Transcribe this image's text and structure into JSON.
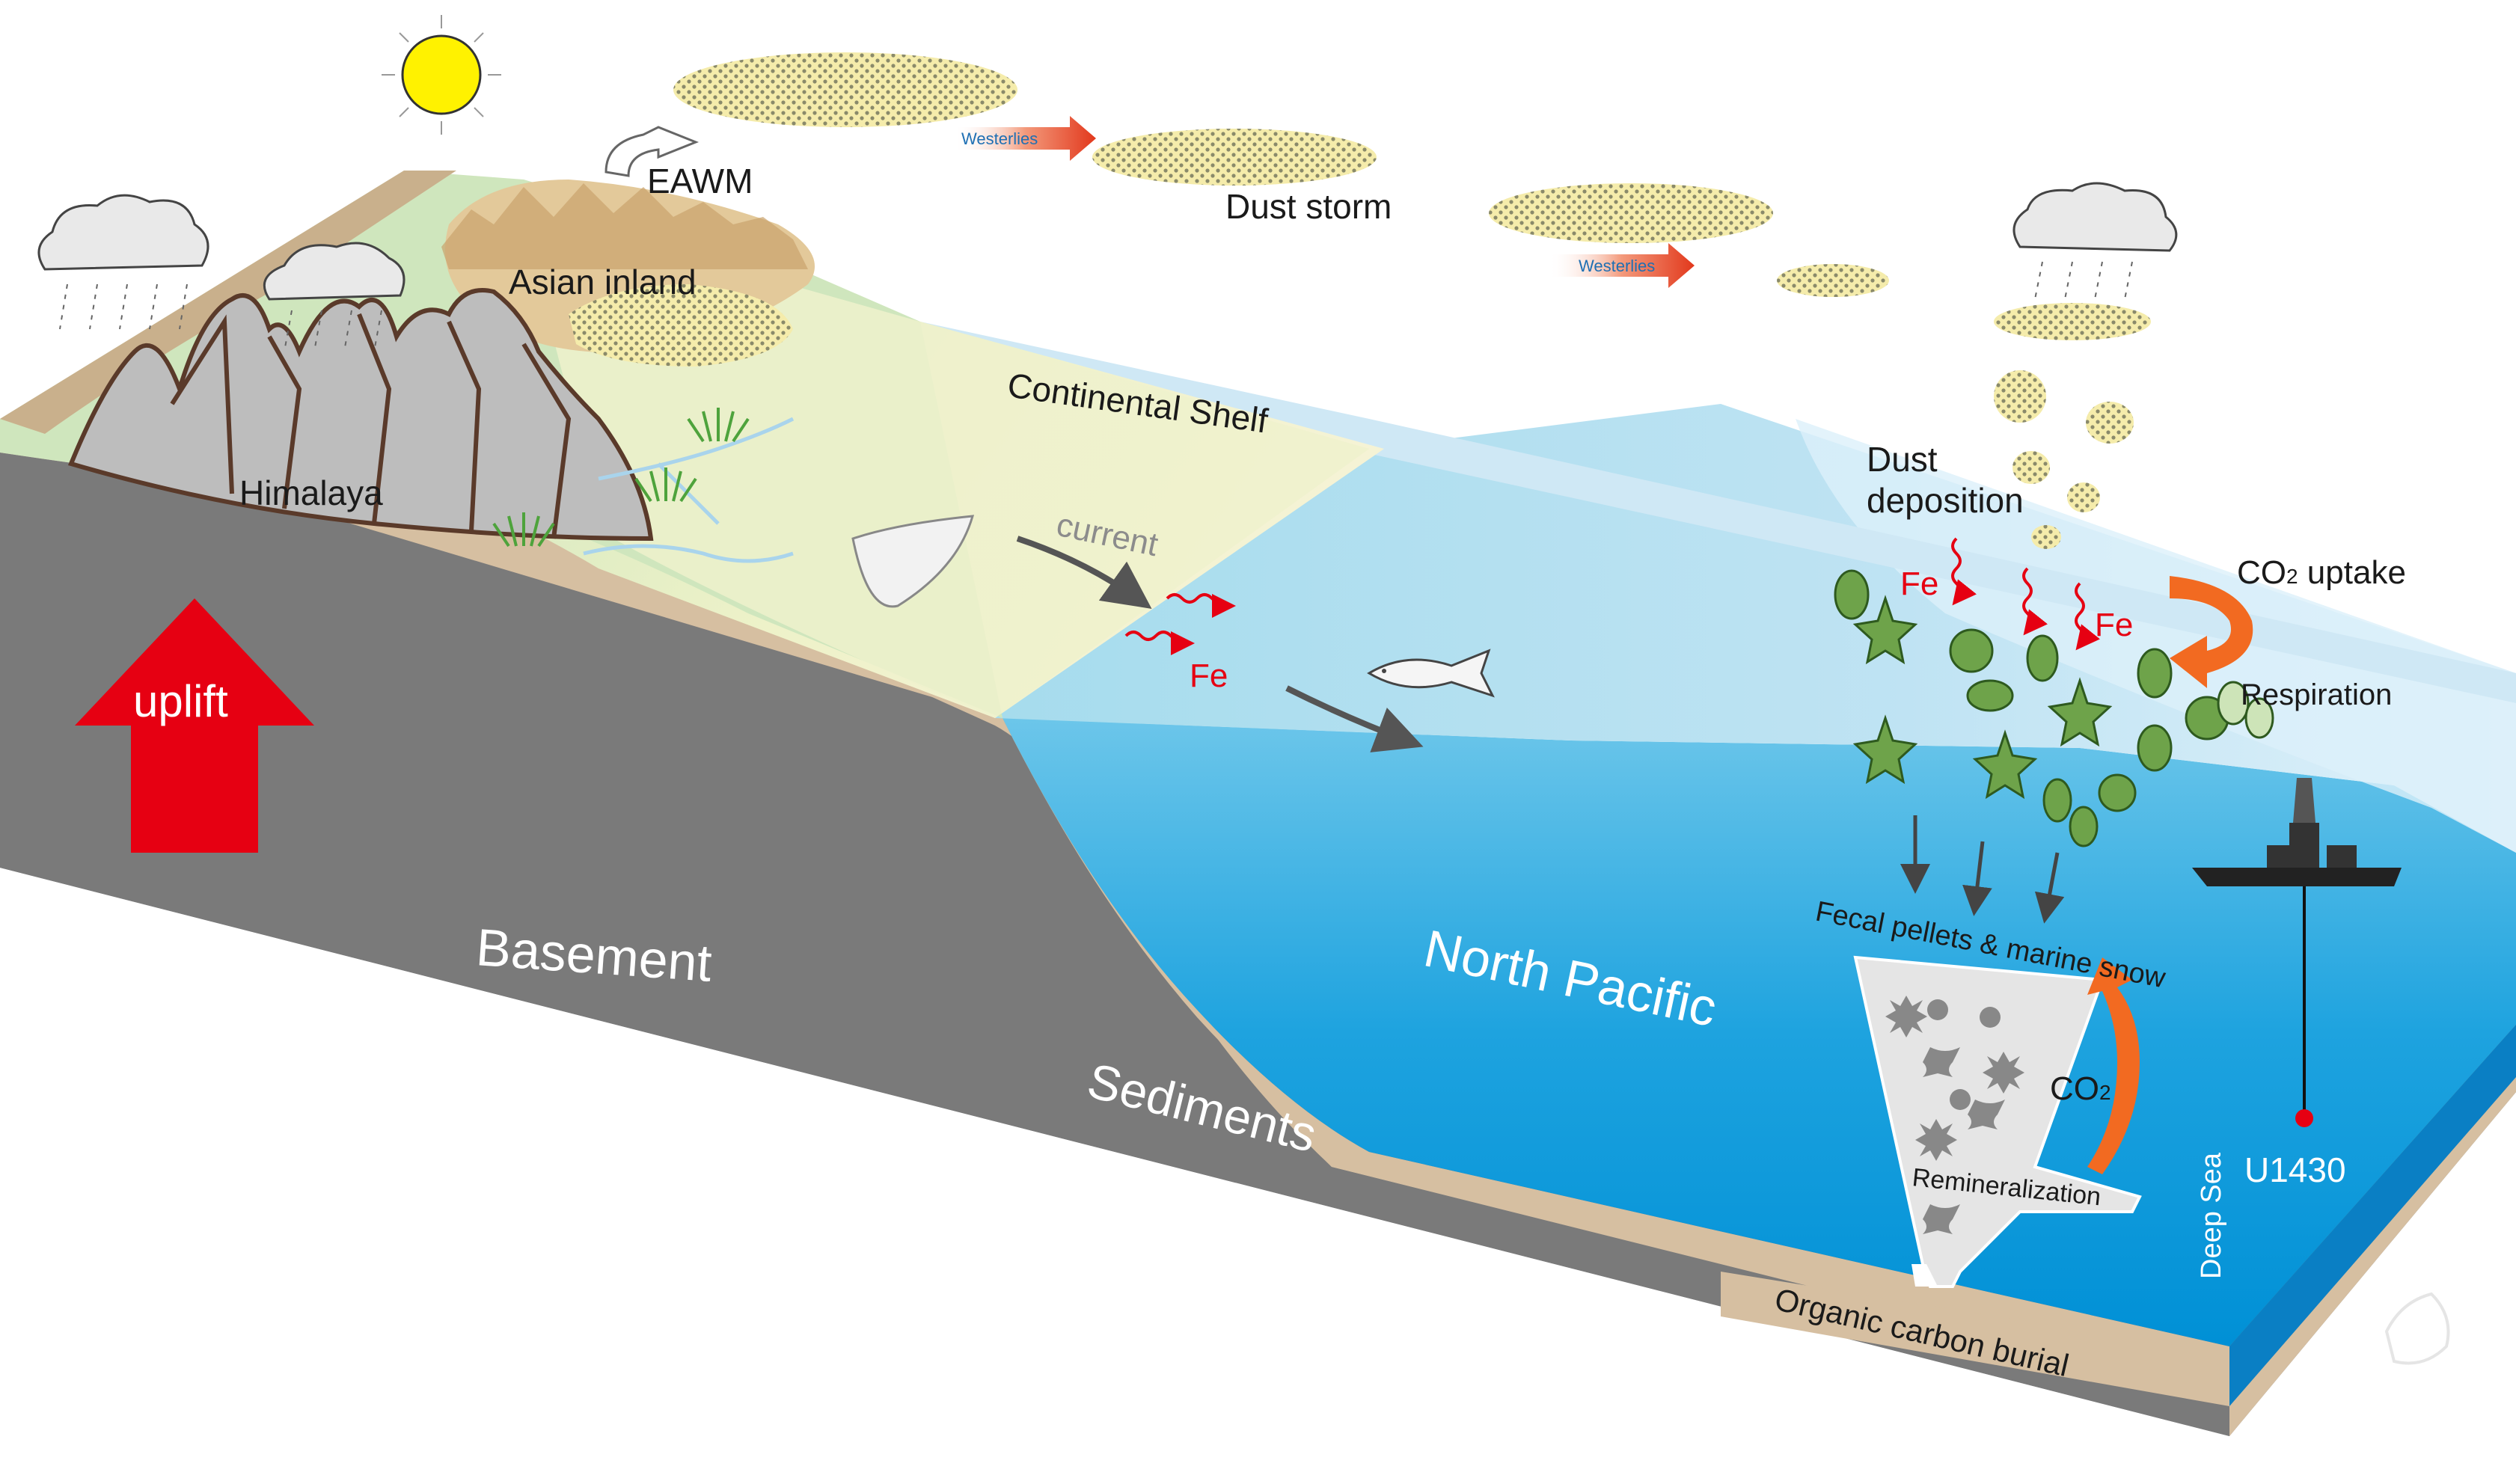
{
  "labels": {
    "eawm": "EAWM",
    "westerlies_1": "Westerlies",
    "westerlies_2": "Westerlies",
    "dust_storm": "Dust storm",
    "asian_inland": "Asian inland",
    "himalaya": "Himalaya",
    "continental_shelf": "Continental Shelf",
    "current": "current",
    "fe_shelf": "Fe",
    "dust_deposition_1": "Dust",
    "dust_deposition_2": "deposition",
    "fe_left": "Fe",
    "fe_right": "Fe",
    "co2_uptake_main": "CO",
    "co2_uptake_sub": "2",
    "co2_uptake_rest": " uptake",
    "respiration": "Respiration",
    "uplift": "uplift",
    "basement": "Basement",
    "sediments": "Sediments",
    "north_pacific": "North Pacific",
    "fecal_pellets": "Fecal pellets & marine snow",
    "co2_main": "CO",
    "co2_sub": "2",
    "remineralization": "Remineralization",
    "deep_sea": "Deep Sea",
    "site": "U1430",
    "organic_carbon_burial": "Organic carbon burial"
  },
  "colors": {
    "basement": "#7a7a7a",
    "sediments": "#d6bfa1",
    "ocean_deep": "#0b8ed6",
    "ocean_mid": "#5cc0e8",
    "ocean_surface": "#cde9f7",
    "shelf": "#f2f1cf",
    "land_green": "#cfe6bd",
    "mountain": "#bdbdbd",
    "uplift_arrow": "#e60012",
    "dust": "#f5ecab",
    "plankton": "#6ea34a"
  },
  "icons": [
    "sun-icon",
    "cloud-rain-icon",
    "fish-icon",
    "ship-icon",
    "grass-icon",
    "plankton-icon",
    "fe-squiggle-icon",
    "leaf-icon"
  ]
}
